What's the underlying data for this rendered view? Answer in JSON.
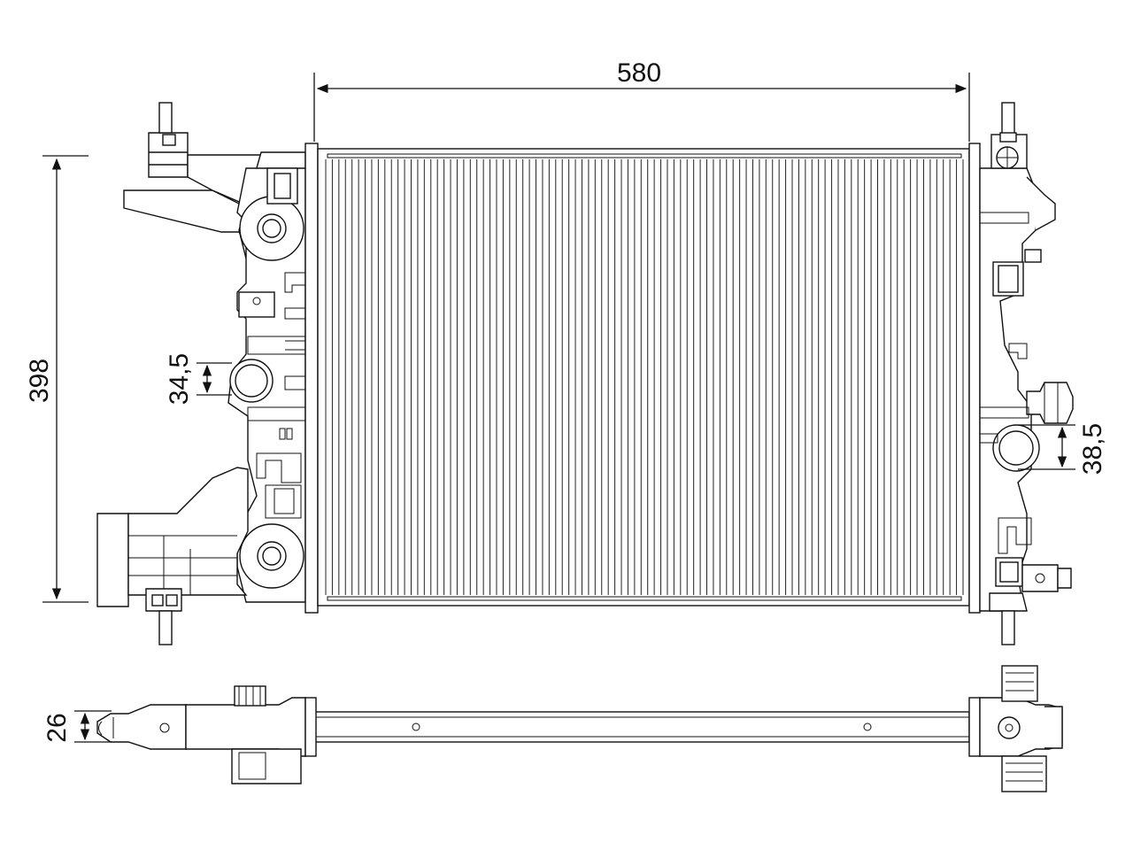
{
  "dimensions": {
    "width": "580",
    "height": "398",
    "inlet": "34,5",
    "outlet": "38,5",
    "depth": "26"
  },
  "core": {
    "fin_count": 98
  }
}
